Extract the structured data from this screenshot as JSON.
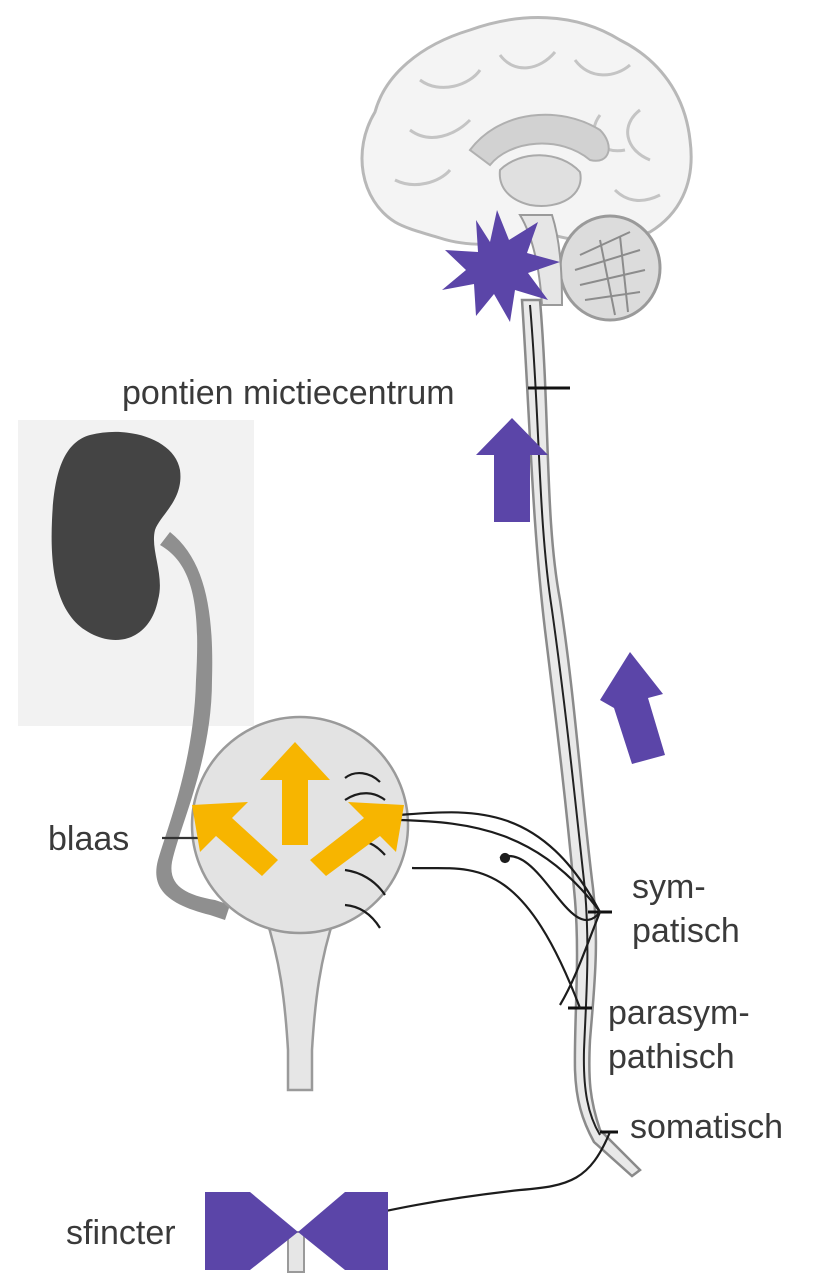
{
  "labels": {
    "pontine_center": "pontien mictiecentrum",
    "sympathetic_line1": "sym-",
    "sympathetic_line2": "patisch",
    "parasympathetic_line1": "parasym-",
    "parasympathetic_line2": "pathisch",
    "somatic": "somatisch",
    "bladder": "blaas",
    "sphincter": "sfincter"
  },
  "colors": {
    "signal_arrow": "#5b45a8",
    "bladder_arrow": "#f7b500",
    "kidney": "#444444",
    "ureter": "#8f8f8f",
    "panel": "#f2f2f2",
    "organ_fill": "#e3e3e3"
  },
  "icons": [
    "starburst-icon",
    "arrow-up-icon",
    "arrow-up-right-icon",
    "bladder-expansion-arrows-icon",
    "sphincter-constriction-arrows-icon"
  ]
}
